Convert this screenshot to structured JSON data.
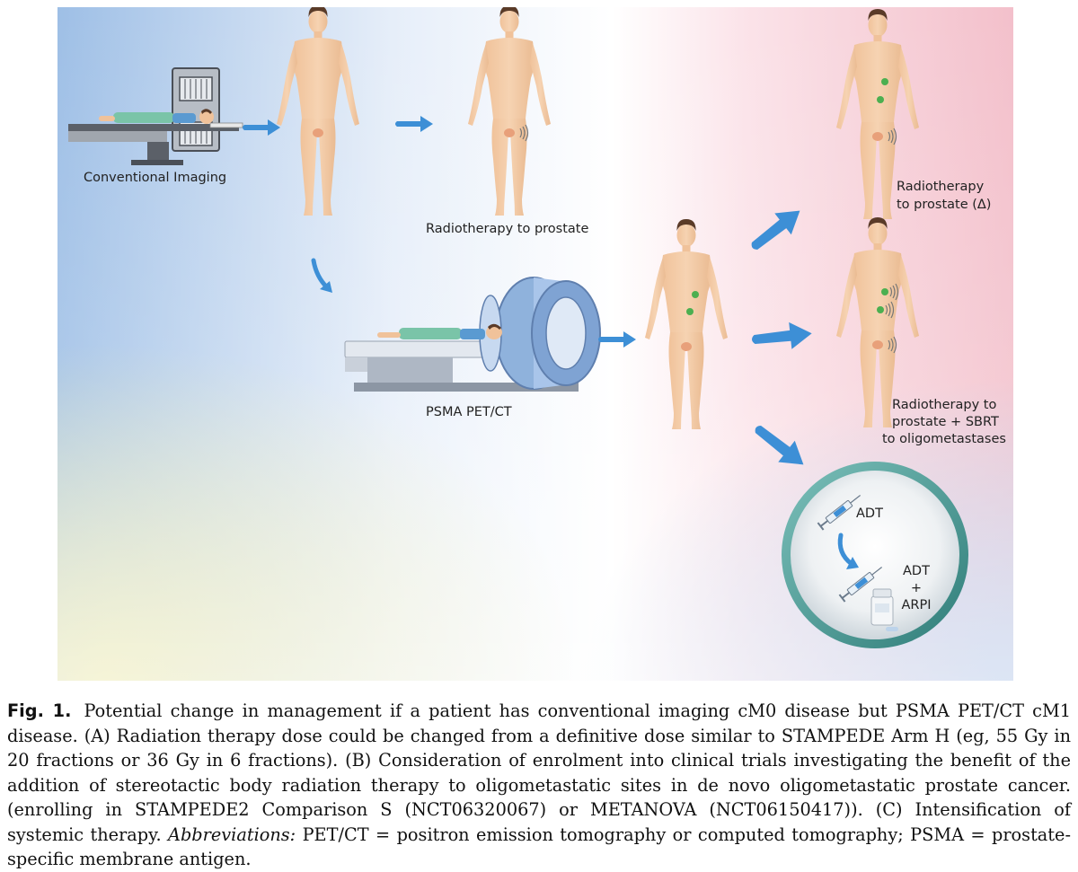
{
  "figure": {
    "labels": {
      "conventional_imaging": "Conventional Imaging",
      "rt_prostate": "Radiotherapy to prostate",
      "rt_delta_line1": "Radiotherapy",
      "rt_delta_line2": "to prostate (Δ)",
      "psma": "PSMA PET/CT",
      "sbrt_line1": "Radiotherapy to",
      "sbrt_line2": "prostate + SBRT",
      "sbrt_line3": "to oligometastases",
      "adt": "ADT",
      "adt2": "ADT",
      "plus": "+",
      "arpi": "ARPI"
    },
    "colors": {
      "arrow": "#3d8fd6",
      "skin": "#f3c9a1",
      "prostate": "#e8a07a",
      "metastasis": "#4caf50",
      "scanner": "#8fb2dc",
      "circle_ring": "#4a9a96"
    }
  },
  "caption": {
    "fig_no": "Fig. 1.",
    "part1": "Potential change in management if a patient has conventional imaging cM0 disease but PSMA PET/CT cM1 disease. (A) Radiation therapy dose could be changed from a definitive dose similar to STAMPEDE Arm H (eg, 55 Gy in 20 fractions or 36 Gy in 6 fractions). (B) Consideration of enrolment into clinical trials investigating the benefit of the addition of stereotactic body radiation therapy to oligometastatic sites in de novo oligometastatic prostate cancer. (enrolling in STAMPEDE2 Comparison S (NCT06320067) or METANOVA (NCT06150417)). (C) Intensification of systemic therapy.",
    "abbrev_label": "Abbreviations:",
    "part2": "PET/CT = positron emission tomography or computed tomography; PSMA = prostate-specific membrane antigen."
  }
}
